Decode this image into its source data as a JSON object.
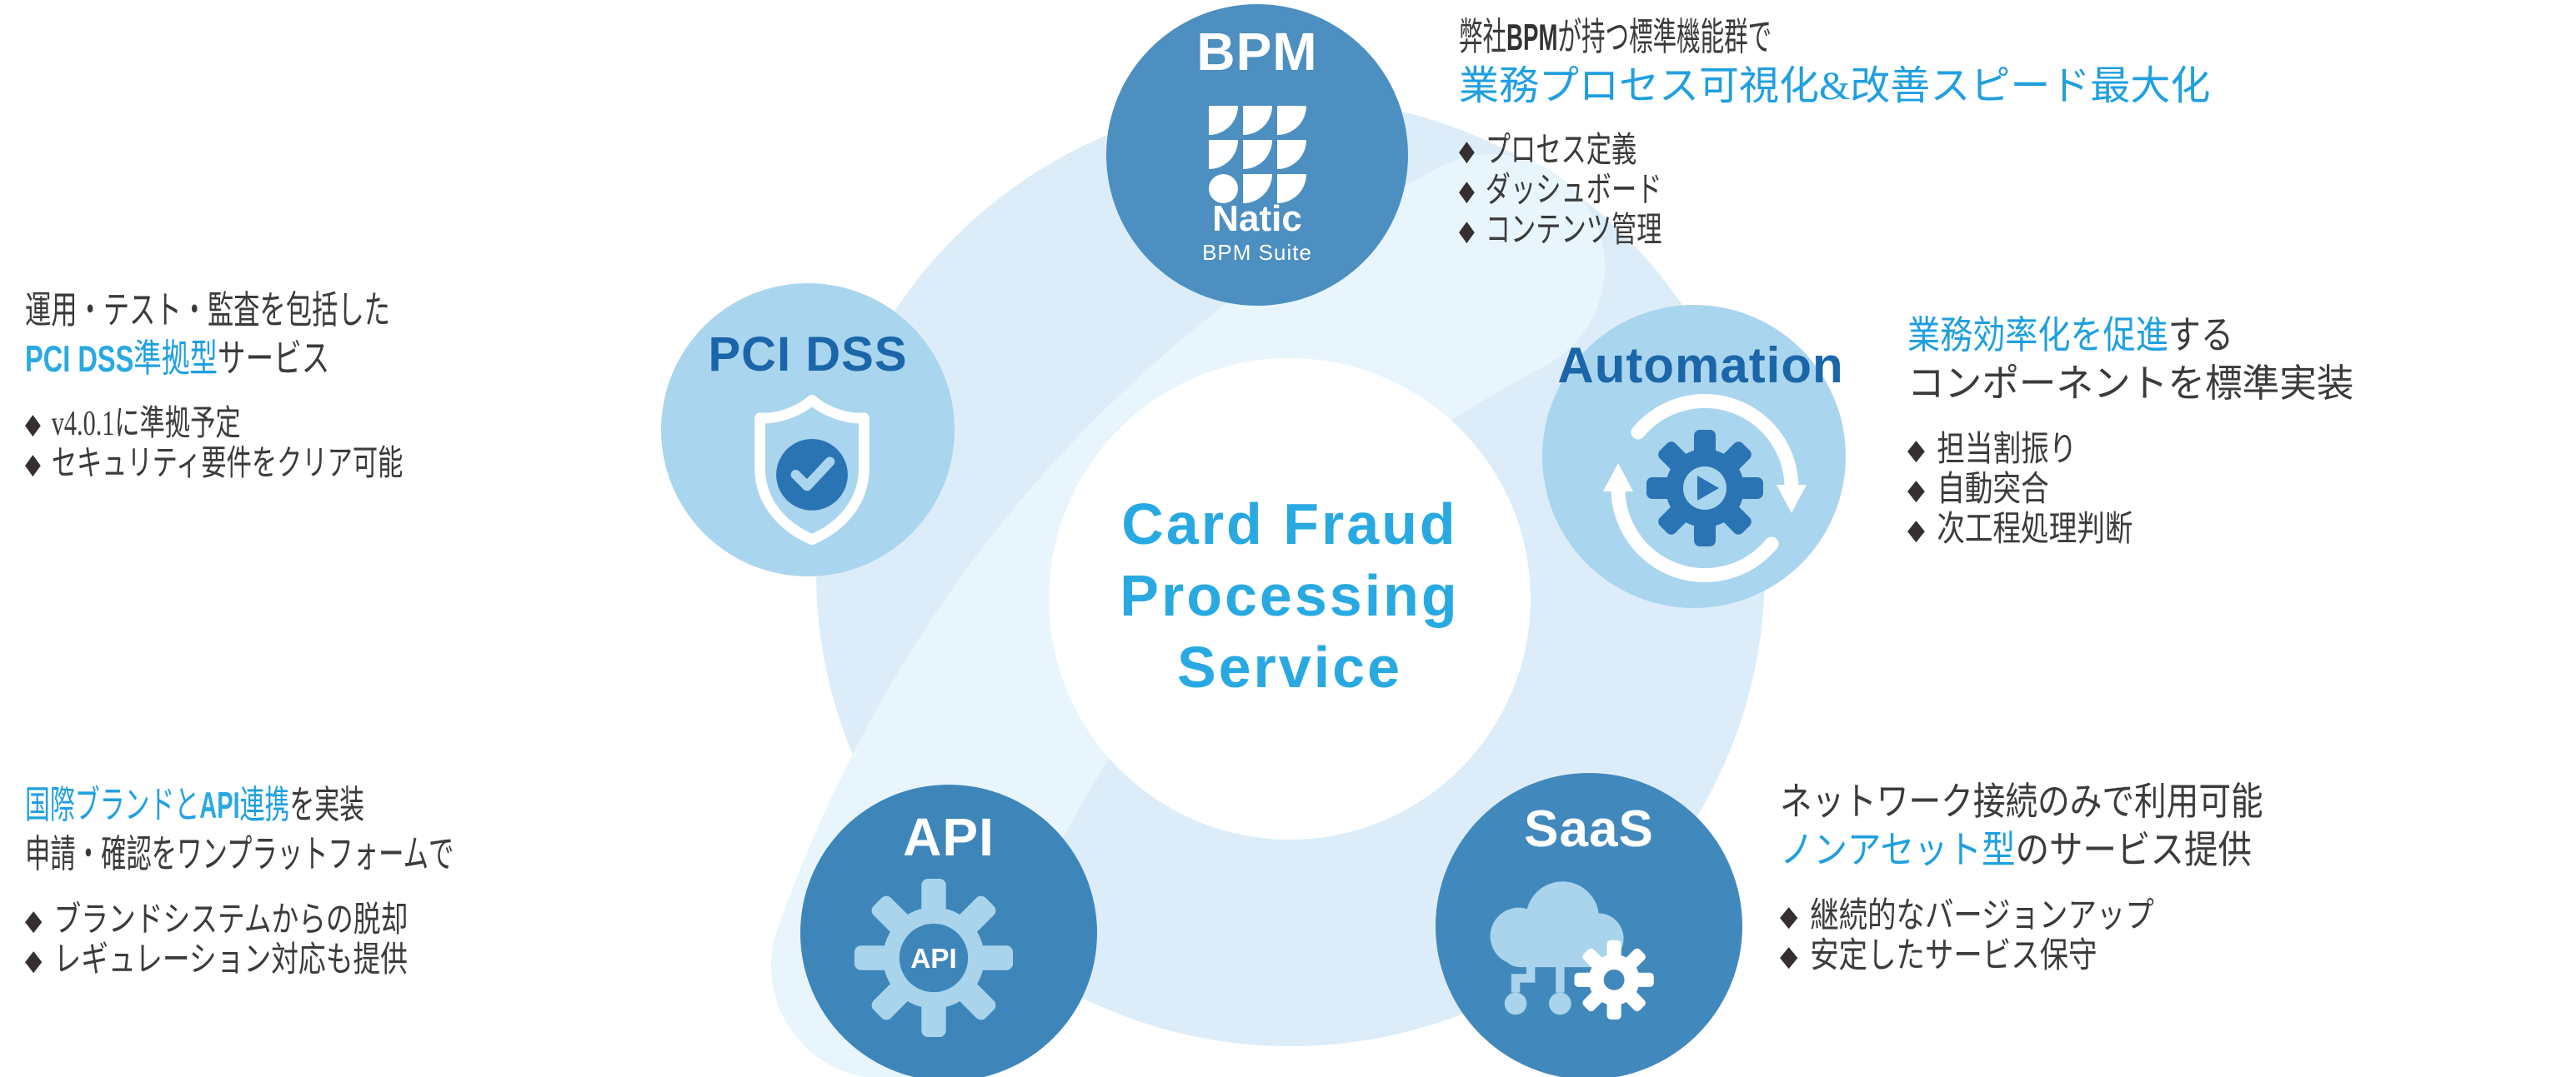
{
  "center": {
    "l1": "Card Fraud",
    "l2": "Processing",
    "l3": "Service"
  },
  "nodes": {
    "bpm": {
      "title": "BPM",
      "logo_name": "Natic",
      "logo_sub": "BPM Suite",
      "l1a": "弊社",
      "l1b": "BPM",
      "l1c": "が持つ標準機能群で",
      "l2": "業務プロセス可視化&改善スピード最大化",
      "bullets": [
        "プロセス定義",
        "ダッシュボード",
        "コンテンツ管理"
      ]
    },
    "pci": {
      "title": "PCI DSS",
      "l1": "運用・テスト・監査を包括した",
      "l2a": "PCI DSS",
      "l2b": "準拠型",
      "l2c": "サービス",
      "bullets": [
        "v4.0.1に準拠予定",
        "セキュリティ要件をクリア可能"
      ]
    },
    "automation": {
      "title": "Automation",
      "l1a": "業務効率化を促進",
      "l1b": "する",
      "l2": "コンポーネントを標準実装",
      "bullets": [
        "担当割振り",
        "自動突合",
        "次工程処理判断"
      ]
    },
    "api": {
      "title": "API",
      "gear_label": "API",
      "l1a": "国際ブランドと",
      "l1b": "API",
      "l1c": "連携",
      "l1d": "を実装",
      "l2": "申請・確認をワンプラットフォームで",
      "bullets": [
        "ブランドシステムからの脱却",
        "レギュレーション対応も提供"
      ]
    },
    "saas": {
      "title": "SaaS",
      "l1": "ネットワーク接続のみで利用可能",
      "l2a": "ノンアセット型",
      "l2b": "のサービス提供",
      "bullets": [
        "継続的なバージョンアップ",
        "安定したサービス保守"
      ]
    }
  },
  "colors": {
    "accent": "#29a9e2",
    "serif_blue": "#1f9fe0",
    "navy": "#1b66a9",
    "dark_text": "#3b3b3b",
    "bpm_circle": "#4c8fc0",
    "api_circle": "#3e86ba",
    "saas_circle": "#4188bc",
    "light_circle": "#aad5ee",
    "ring": "#dcedf9",
    "swoosh": "#e9f5fc",
    "icon_dark": "#2b74b4",
    "white": "#ffffff"
  }
}
